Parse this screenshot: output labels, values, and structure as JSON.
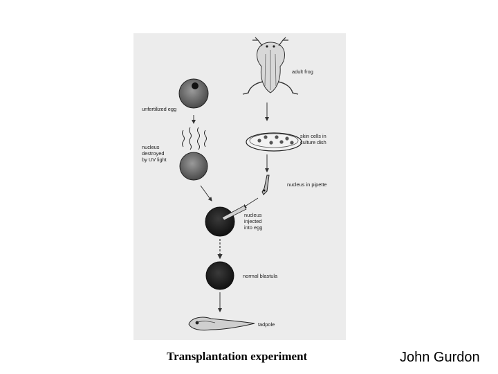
{
  "figure": {
    "labels": {
      "adult_frog": "adult frog",
      "unfertilized_egg": "unfertilized egg",
      "nucleus_destroyed": [
        "nucleus",
        "destroyed",
        "by UV light"
      ],
      "skin_cells": [
        "skin cells in",
        "culture dish"
      ],
      "nucleus_in_pipette": "nucleus in pipette",
      "nucleus_injected": [
        "nucleus",
        "injected",
        "into egg"
      ],
      "normal_blastula": "normal blastula",
      "tadpole": "tadpole"
    }
  },
  "caption": "Transplantation experiment",
  "author": "John Gurdon"
}
